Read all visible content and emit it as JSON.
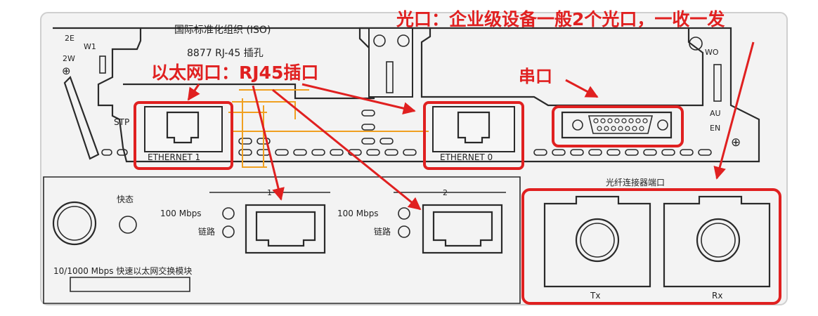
{
  "panel": {
    "top_title": "国际标准化组织 (ISO)",
    "top_sub": "8877 RJ-45 插孔",
    "left_marks": [
      "2E",
      "W1",
      "2W",
      "⊕"
    ],
    "stp_label": "STP",
    "eth1_label": "ETHERNET 1",
    "eth0_label": "ETHERNET 0",
    "right_marks": [
      "WO",
      "AU",
      "EN",
      "⊕"
    ],
    "fiber_title": "光纤连接器端口",
    "tx_label": "Tx",
    "rx_label": "Rx",
    "module": {
      "status_label": "快态",
      "port1_num": "1",
      "port2_num": "2",
      "speed1": "100 Mbps",
      "link1": "链路",
      "speed2": "100 Mbps",
      "link2": "链路",
      "module_label": "10/1000 Mbps 快速以太网交换模块"
    }
  },
  "annotations": {
    "ethernet": "以太网口：RJ45插口",
    "serial": "串口",
    "optical": "光口：企业级设备一般2个光口，一收一发"
  },
  "colors": {
    "annotation": "#e02020",
    "orange_lines": "#f0a020",
    "line": "#2a2a2a"
  }
}
